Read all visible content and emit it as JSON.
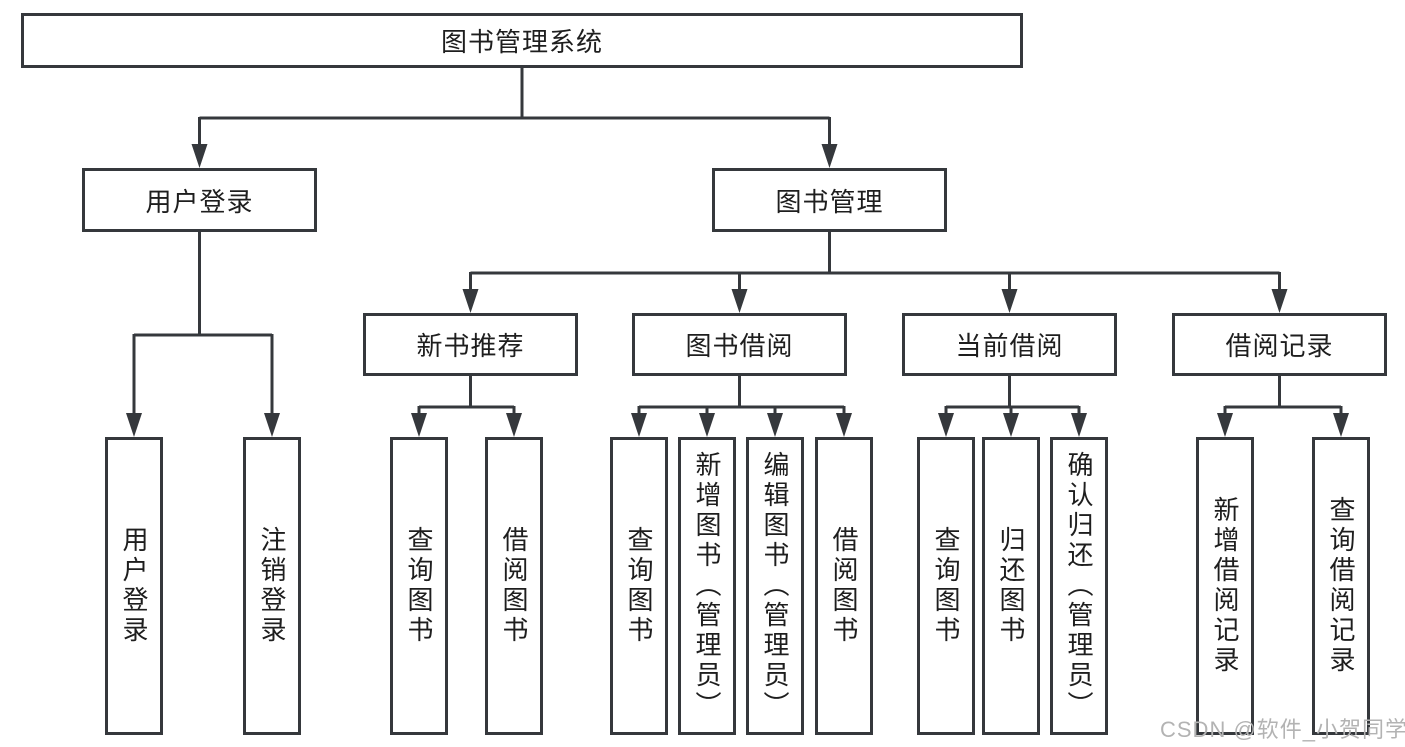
{
  "tree": {
    "root_label": "图书管理系统",
    "level2": [
      {
        "label": "用户登录"
      },
      {
        "label": "图书管理"
      }
    ],
    "level3": [
      {
        "label": "新书推荐"
      },
      {
        "label": "图书借阅"
      },
      {
        "label": "当前借阅"
      },
      {
        "label": "借阅记录"
      }
    ],
    "leaves": {
      "login": [
        {
          "label": "用户登录"
        },
        {
          "label": "注销登录"
        }
      ],
      "recommend": [
        {
          "label": "查询图书"
        },
        {
          "label": "借阅图书"
        }
      ],
      "borrow": [
        {
          "label": "查询图书"
        },
        {
          "label": "新增图书（管理员）"
        },
        {
          "label": "编辑图书（管理员）"
        },
        {
          "label": "借阅图书"
        }
      ],
      "current": [
        {
          "label": "查询图书"
        },
        {
          "label": "归还图书"
        },
        {
          "label": "确认归还（管理员）"
        }
      ],
      "records": [
        {
          "label": "新增借阅记录"
        },
        {
          "label": "查询借阅记录"
        }
      ]
    }
  },
  "watermark": {
    "text": "CSDN @软件_小贺同学"
  },
  "colors": {
    "line": "#35383c",
    "text": "#1e1e1e",
    "watermark": "#b3b3b3",
    "background": "#ffffff"
  }
}
